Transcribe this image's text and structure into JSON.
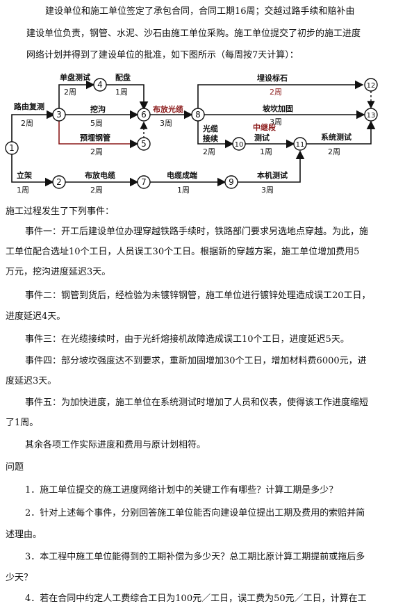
{
  "intro": {
    "line1": "建设单位和施工单位签定了承包合同，合同工期16周；交越过路手续和赔补由",
    "line2": "建设单位负责，钢管、水泥、沙石由施工单位采购。施工单位提交了初步的施工进度",
    "line3": "网络计划并得到了建设单位的批准，如下图所示（每周按7天计算）："
  },
  "network": {
    "nodes": [
      "1",
      "2",
      "3",
      "4",
      "5",
      "6",
      "7",
      "8",
      "9",
      "10",
      "11",
      "12",
      "13"
    ],
    "activities": [
      {
        "name": "路由复测",
        "duration": "2周"
      },
      {
        "name": "单盘测试",
        "duration": "2周"
      },
      {
        "name": "配盘",
        "duration": "1周"
      },
      {
        "name": "挖沟",
        "duration": "5周"
      },
      {
        "name": "预埋钢管",
        "duration": "2周"
      },
      {
        "name": "布放光缆",
        "duration": "3周"
      },
      {
        "name": "埋设标石",
        "duration": "2周"
      },
      {
        "name": "坡坎加固",
        "duration": "3周"
      },
      {
        "name": "光缆接续",
        "duration": "2周"
      },
      {
        "name": "中继段测试",
        "duration": "1周"
      },
      {
        "name": "系统测试",
        "duration": "2周"
      },
      {
        "name": "立架",
        "duration": "1周"
      },
      {
        "name": "布放电缆",
        "duration": "2周"
      },
      {
        "name": "电缆成端",
        "duration": "1周"
      },
      {
        "name": "本机测试",
        "duration": "3周"
      }
    ]
  },
  "events": {
    "heading": "施工过程发生了下列事件：",
    "e1_l1": "事件一：开工后建设单位办理穿越铁路手续时，铁路部门要求另选地点穿越。为此，施",
    "e1_l2": "工单位配合选址10个工日，人员误工30个工日。根据新的穿越方案，施工单位增加费用5",
    "e1_l3": "万元，挖沟进度延迟3天。",
    "e2_l1": "事件二：钢管到货后，经检验为未镀锌钢管，施工单位进行镀锌处理造成误工20工日，",
    "e2_l2": "进度延迟4天。",
    "e3_l1": "事件三：在光缆接续时，由于光纤熔接机故障造成误工10个工日，进度延迟5天。",
    "e4_l1": "事件四：部分坡坎强度达不到要求，重新加固增加30个工日，增加材料费6000元，进",
    "e4_l2": "度延迟3天。",
    "e5_l1": "事件五：为加快进度，施工单位在系统测试时增加了人员和仪表，使得该工作进度缩短",
    "e5_l2": "了1周。",
    "rest": "其余各项工作实际进度和费用与原计划相符。"
  },
  "questions": {
    "heading": "问题",
    "q1": "1．施工单位提交的施工进度网络计划中的关键工作有哪些？计算工期是多少？",
    "q2_l1": "2．针对上述每个事件，分别回答施工单位能否向建设单位提出工期及费用的索赔并简",
    "q2_l2": "述理由。",
    "q3_l1": "3．本工程中施工单位能得到的工期补偿为多少天？总工期比原计算工期提前或拖后多",
    "q3_l2": "少天？",
    "q4_l1": "4．若在合同中约定人工费综合工日为100元／工日，误工费为50元／工日，计算在工"
  }
}
